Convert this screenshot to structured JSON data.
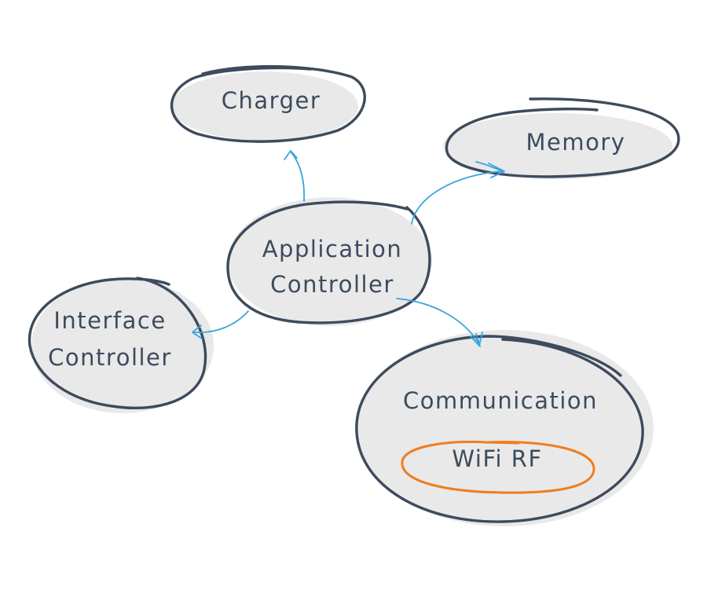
{
  "diagram": {
    "nodes": {
      "charger": {
        "label": "Charger"
      },
      "memory": {
        "label": "Memory"
      },
      "application_controller": {
        "line1": "Application",
        "line2": "Controller"
      },
      "interface_controller": {
        "line1": "Interface",
        "line2": "Controller"
      },
      "communication": {
        "label": "Communication"
      },
      "wifi_rf": {
        "label": "WiFi RF"
      }
    },
    "edges": [
      {
        "from": "Application Controller",
        "to": "Charger"
      },
      {
        "from": "Application Controller",
        "to": "Memory"
      },
      {
        "from": "Application Controller",
        "to": "Interface Controller"
      },
      {
        "from": "Application Controller",
        "to": "Communication"
      }
    ],
    "colors": {
      "node_fill": "#e9e9ea",
      "node_outline": "#3d4b5c",
      "arrow": "#3aa6dd",
      "highlight_outline": "#f07d1e",
      "text": "#3d4b5c"
    }
  }
}
